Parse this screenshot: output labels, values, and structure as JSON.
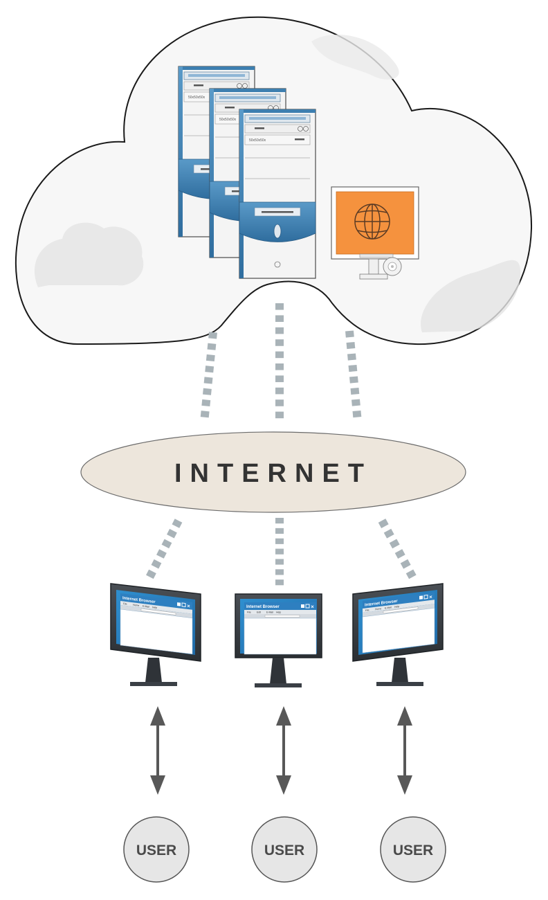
{
  "internet": {
    "label": "INTERNET"
  },
  "servers": [
    {
      "drive_label": "50x50x50x"
    },
    {
      "drive_label": "50x50x50x"
    },
    {
      "drive_label": "50x50x50x"
    }
  ],
  "clients": [
    {
      "browser_title": "Internet Browser",
      "menu": [
        "File",
        "Home",
        "E-Mail",
        "Help"
      ]
    },
    {
      "browser_title": "Internet Browser",
      "menu": [
        "File",
        "Edit",
        "E-Mail",
        "Help"
      ]
    },
    {
      "browser_title": "Internet Browser",
      "menu": [
        "File",
        "Home",
        "E-Mail",
        "Help"
      ]
    }
  ],
  "users": [
    {
      "label": "USER"
    },
    {
      "label": "USER"
    },
    {
      "label": "USER"
    }
  ],
  "colors": {
    "cloud_fill": "#f7f7f7",
    "cloud_stroke": "#1a1a1a",
    "server_blue": "#3d7fb0",
    "monitor_screen": "#f5923e",
    "connector": "#a9b3b8",
    "internet_fill": "#ede6dc",
    "arrow": "#585858",
    "user_fill": "#e6e6e6"
  }
}
